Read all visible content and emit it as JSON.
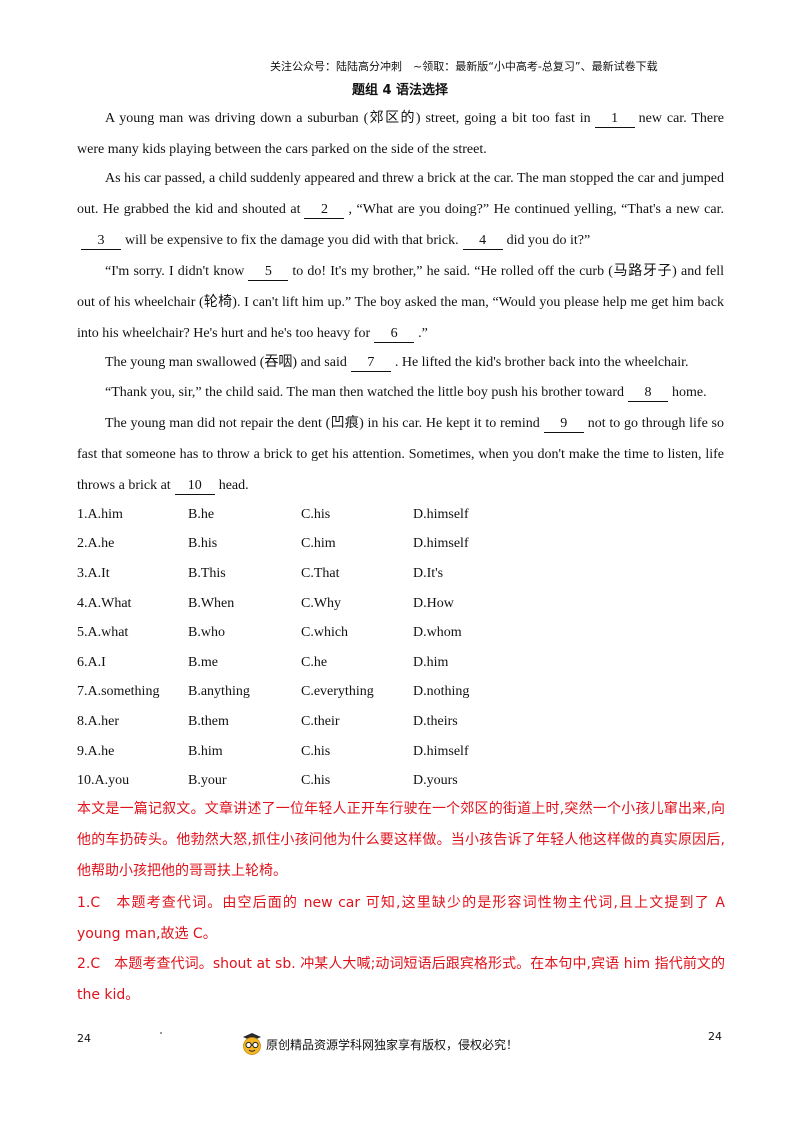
{
  "header": {
    "banner": "关注公众号：陆陆高分冲刺　~领取：最新版“小中高考-总复习”、最新试卷下载",
    "title": "题组 4 语法选择"
  },
  "passage": {
    "p1": {
      "a": "A young man was driving down a suburban (郊区的) street, going a bit too fast in",
      "b1": "1",
      "c": "new car. There were many kids playing between the cars parked on the side of the street."
    },
    "p2": {
      "a": "As his car passed, a child suddenly appeared and threw a brick at the car. The man stopped the car and jumped out. He grabbed the kid and shouted at",
      "b2": "2",
      "c": ", “What are you doing?” He continued yelling, “That's a new car.",
      "b3": "3",
      "d": "will be expensive to fix the damage you did with that brick.",
      "b4": "4",
      "e": "did you do it?”"
    },
    "p3": {
      "a": "“I'm sorry. I didn't know",
      "b5": "5",
      "c": "to do! It's my brother,” he said. “He rolled off the curb (马路牙子) and fell out of his wheelchair (轮椅). I can't lift him up.” The boy asked the man, “Would you please help me get him back into his wheelchair? He's hurt and he's too heavy for",
      "b6": "6",
      "d": ".”"
    },
    "p4": {
      "a": "The young man swallowed (吞咽) and said",
      "b7": "7",
      "c": ". He lifted the kid's brother back into the wheelchair."
    },
    "p5": {
      "a": "“Thank you, sir,” the child said. The man then watched the little boy push his brother toward",
      "b8": "8",
      "c": "home."
    },
    "p6": {
      "a": "The young man did not repair the dent (凹痕) in his car. He kept it to remind",
      "b9": "9",
      "c": "not to go through life so fast that someone has to throw a brick to get his attention. Sometimes, when you don't make the time to listen, life throws a brick at",
      "b10": "10",
      "d": "head."
    }
  },
  "options": [
    [
      "1.A.him",
      "B.he",
      "C.his",
      "D.himself"
    ],
    [
      "2.A.he",
      "B.his",
      "C.him",
      "D.himself"
    ],
    [
      "3.A.It",
      "B.This",
      "C.That",
      "D.It's"
    ],
    [
      "4.A.What",
      "B.When",
      "C.Why",
      "D.How"
    ],
    [
      "5.A.what",
      "B.who",
      "C.which",
      "D.whom"
    ],
    [
      "6.A.I",
      "B.me",
      "C.he",
      "D.him"
    ],
    [
      "7.A.something",
      "B.anything",
      "C.everything",
      "D.nothing"
    ],
    [
      "8.A.her",
      "B.them",
      "C.their",
      "D.theirs"
    ],
    [
      "9.A.he",
      "B.him",
      "C.his",
      "D.himself"
    ],
    [
      "10.A.you",
      "B.your",
      "C.his",
      "D.yours"
    ]
  ],
  "explanation": {
    "summary": "本文是一篇记叙文。文章讲述了一位年轻人正开车行驶在一个郊区的街道上时,突然一个小孩儿窜出来,向他的车扔砖头。他勃然大怒,抓住小孩问他为什么要这样做。当小孩告诉了年轻人他这样做的真实原因后,他帮助小孩把他的哥哥扶上轮椅。",
    "a1": "1.C　本题考查代词。由空后面的 new car 可知,这里缺少的是形容词性物主代词,且上文提到了 A young man,故选 C。",
    "a2": "2.C　本题考查代词。shout at sb. 冲某人大喊;动词短语后跟宾格形式。在本句中,宾语 him 指代前文的 the kid。"
  },
  "footer": {
    "page_left": "24",
    "page_right": "24",
    "copyright": "原创精品资源学科网独家享有版权，侵权必究！"
  },
  "colors": {
    "explanation_text": "#e0121b",
    "body_text": "#111111"
  }
}
